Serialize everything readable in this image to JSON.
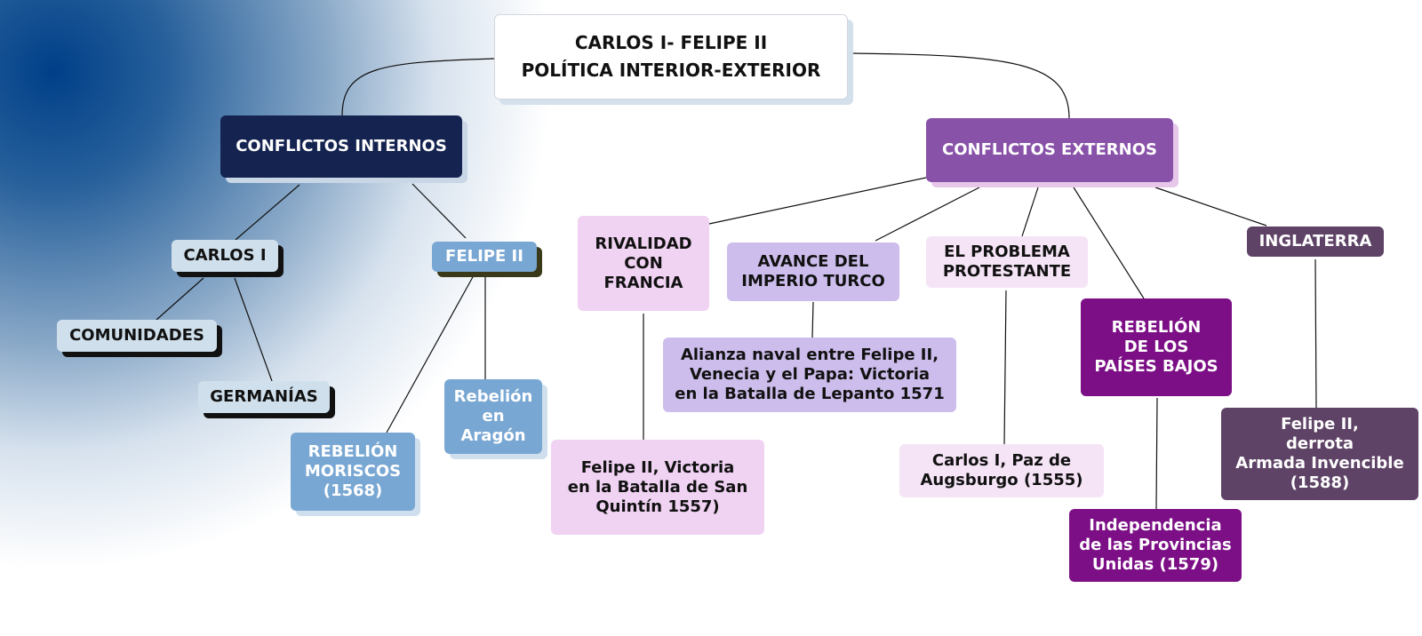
{
  "root": {
    "title": "CARLOS I- FELIPE II\nPOLÍTICA INTERIOR-EXTERIOR"
  },
  "internos": {
    "label": "CONFLICTOS INTERNOS",
    "carlos": {
      "label": "CARLOS I",
      "children": [
        "COMUNIDADES",
        "GERMANÍAS"
      ]
    },
    "felipe": {
      "label": "FELIPE II",
      "children": [
        "REBELIÓN\nMORISCOS\n(1568)",
        "Rebelión\nen\nAragón"
      ]
    }
  },
  "externos": {
    "label": "CONFLICTOS EXTERNOS",
    "francia": {
      "label": "RIVALIDAD\nCON\nFRANCIA",
      "result": "Felipe II, Victoria\nen la Batalla de San\nQuintín 1557)"
    },
    "turco": {
      "label": "AVANCE DEL\nIMPERIO TURCO",
      "result": "Alianza naval entre Felipe II,\nVenecia y el Papa: Victoria\nen la Batalla de Lepanto 1571"
    },
    "protestante": {
      "label": "EL PROBLEMA\nPROTESTANTE",
      "result": "Carlos I, Paz de\nAugsburgo (1555)"
    },
    "paises_bajos": {
      "label": "REBELIÓN\nDE LOS\nPAÍSES BAJOS",
      "result": "Independencia\nde las Provincias\nUnidas (1579)"
    },
    "inglaterra": {
      "label": "INGLATERRA",
      "result": "Felipe II,\nderrota\nArmada Invencible\n(1588)"
    }
  }
}
